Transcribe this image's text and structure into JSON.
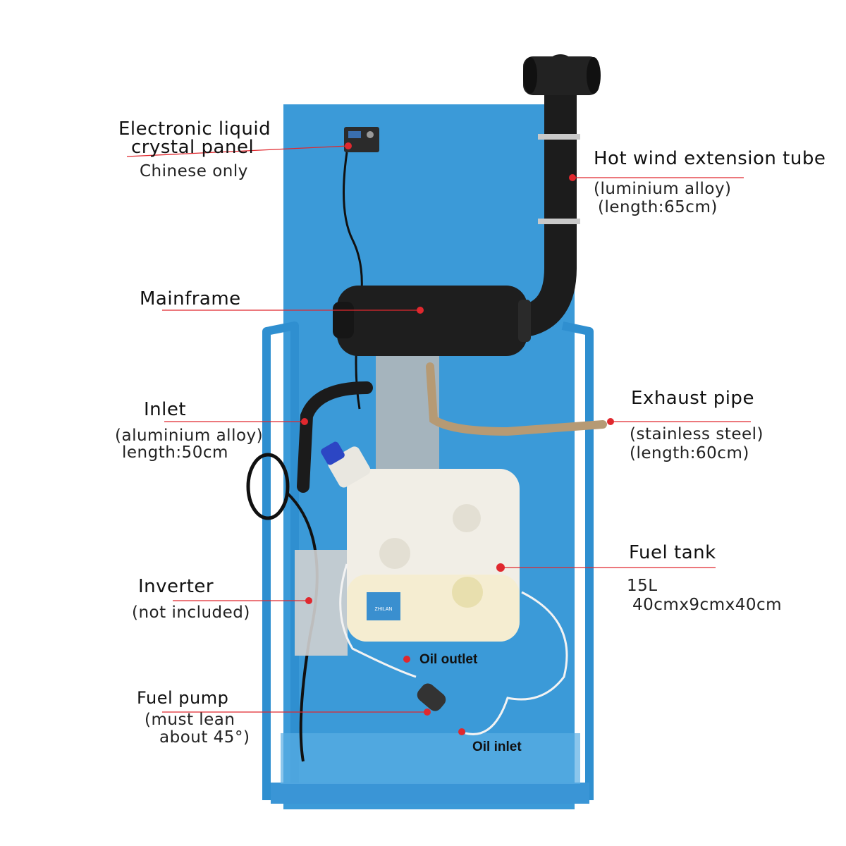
{
  "labels": {
    "lcd_title_1": "Electronic liquid",
    "lcd_title_2": "crystal panel",
    "lcd_note": "Chinese only",
    "tube_title": "Hot wind extension tube",
    "tube_material": "(luminium alloy)",
    "tube_length": "(length:65cm)",
    "mainframe_title": "Mainframe",
    "inlet_title": "Inlet",
    "inlet_material": "(aluminium alloy)",
    "inlet_length": "length:50cm",
    "exhaust_title": "Exhaust pipe",
    "exhaust_material": "(stainless steel)",
    "exhaust_length": "(length:60cm)",
    "tank_title": "Fuel tank",
    "tank_capacity": "15L",
    "tank_size": "40cmx9cmx40cm",
    "inverter_title": "Inverter",
    "inverter_note": "(not included)",
    "oil_outlet": "Oil outlet",
    "pump_title": "Fuel pump",
    "pump_note_1": "(must lean",
    "pump_note_2": "about 45°)",
    "oil_inlet": "Oil inlet",
    "tank_brand": "ZHILAN"
  },
  "colors": {
    "panel_blue": "#3f9fdc",
    "frame_blue": "#2f8fd0",
    "leader_red": "#e0282e",
    "tank_white": "#f1eee6",
    "heater_black": "#1e1e1e"
  }
}
